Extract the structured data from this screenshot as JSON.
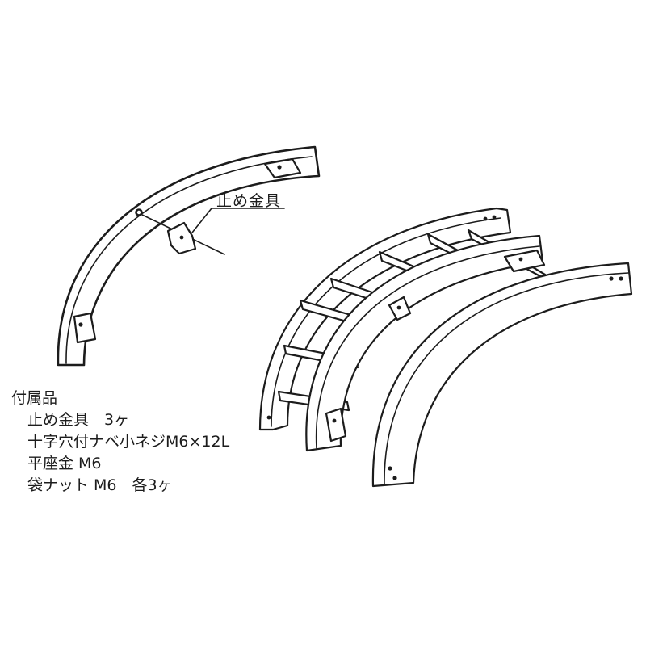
{
  "callout_label": "止め金具",
  "accessories": {
    "heading": "付属品",
    "items": [
      "止め金具　3ヶ",
      "十字穴付ナベ小ネジM6×12L",
      "平座金 M6",
      "袋ナット M6　各3ヶ"
    ]
  },
  "colors": {
    "ink": "#1c1c1c",
    "background": "#ffffff"
  }
}
